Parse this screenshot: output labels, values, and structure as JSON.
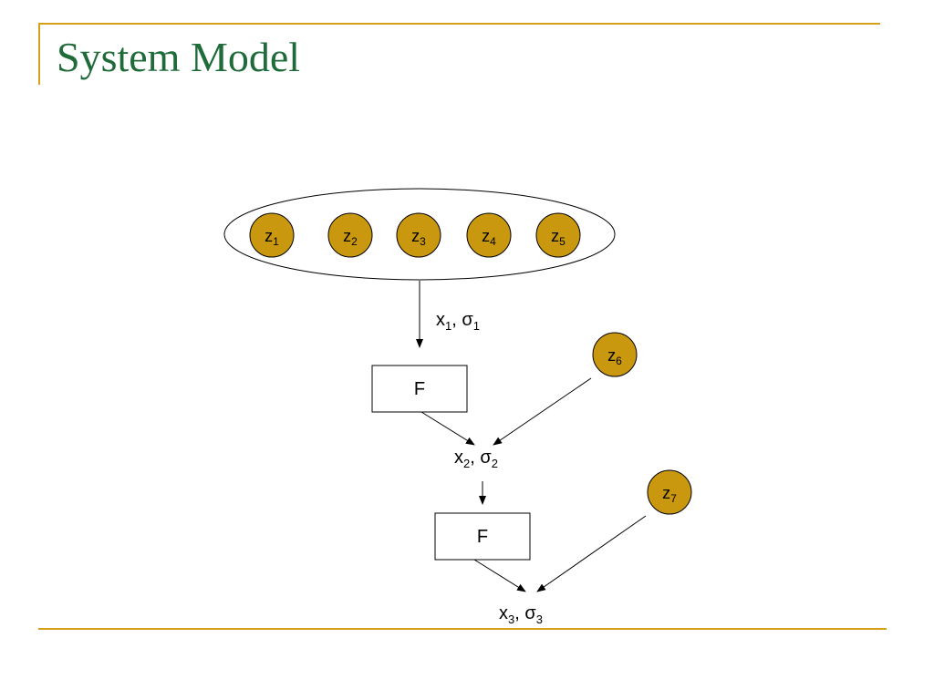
{
  "slide": {
    "title": "System Model",
    "accent_color": "#d6a01a",
    "title_color": "#1f6b3a"
  },
  "diagram": {
    "node_color": "#c9980f",
    "node_stroke": "#000000",
    "group_nodes": [
      {
        "base": "z",
        "sub": "1"
      },
      {
        "base": "z",
        "sub": "2"
      },
      {
        "base": "z",
        "sub": "3"
      },
      {
        "base": "z",
        "sub": "4"
      },
      {
        "base": "z",
        "sub": "5"
      }
    ],
    "side_nodes": [
      {
        "base": "z",
        "sub": "6"
      },
      {
        "base": "z",
        "sub": "7"
      }
    ],
    "functions": [
      {
        "label": "F"
      },
      {
        "label": "F"
      }
    ],
    "state_labels": [
      {
        "x": "x",
        "xsub": "1",
        "sep": ", ",
        "s": "σ",
        "ssub": "1"
      },
      {
        "x": "x",
        "xsub": "2",
        "sep": ", ",
        "s": "σ",
        "ssub": "2"
      },
      {
        "x": "x",
        "xsub": "3",
        "sep": ", ",
        "s": "σ",
        "ssub": "3"
      }
    ]
  }
}
